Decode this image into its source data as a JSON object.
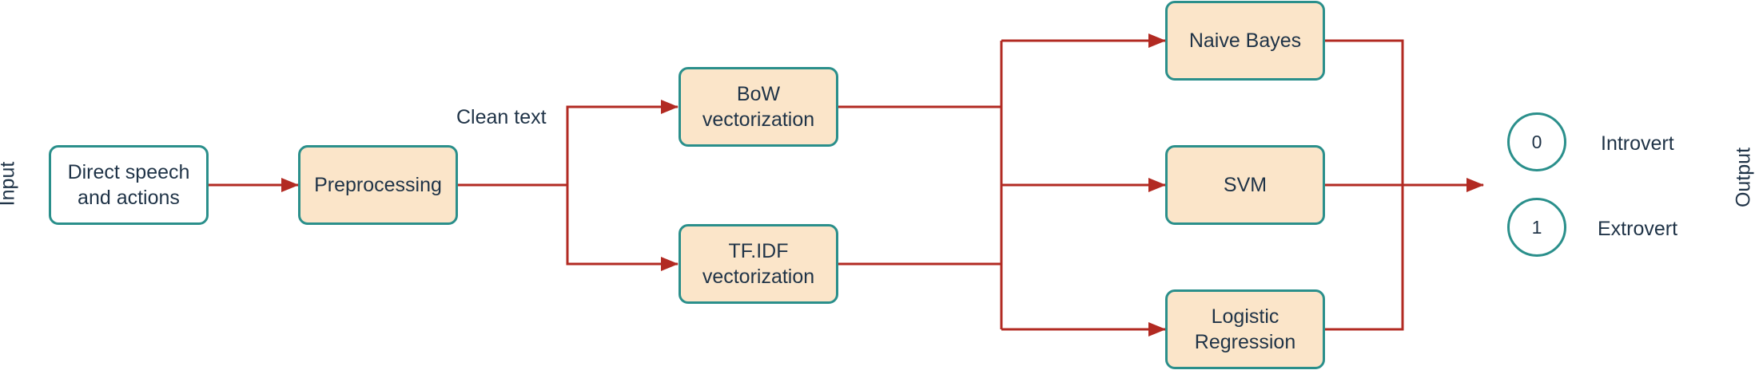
{
  "side_labels": {
    "input": "Input",
    "output": "Output"
  },
  "boxes": {
    "direct_speech": "Direct speech\nand actions",
    "preprocessing": "Preprocessing",
    "bow": "BoW\nvectorization",
    "tfidf": "TF.IDF\nvectorization",
    "naive_bayes": "Naive Bayes",
    "svm": "SVM",
    "logreg": "Logistic\nRegression"
  },
  "edge_labels": {
    "clean_text": "Clean text"
  },
  "outputs": [
    {
      "code": "0",
      "label": "Introvert"
    },
    {
      "code": "1",
      "label": "Extrovert"
    }
  ],
  "colors": {
    "border": "#2a8f8b",
    "fill": "#fbe5c9",
    "arrow": "#b22a22",
    "text": "#1f3347"
  }
}
